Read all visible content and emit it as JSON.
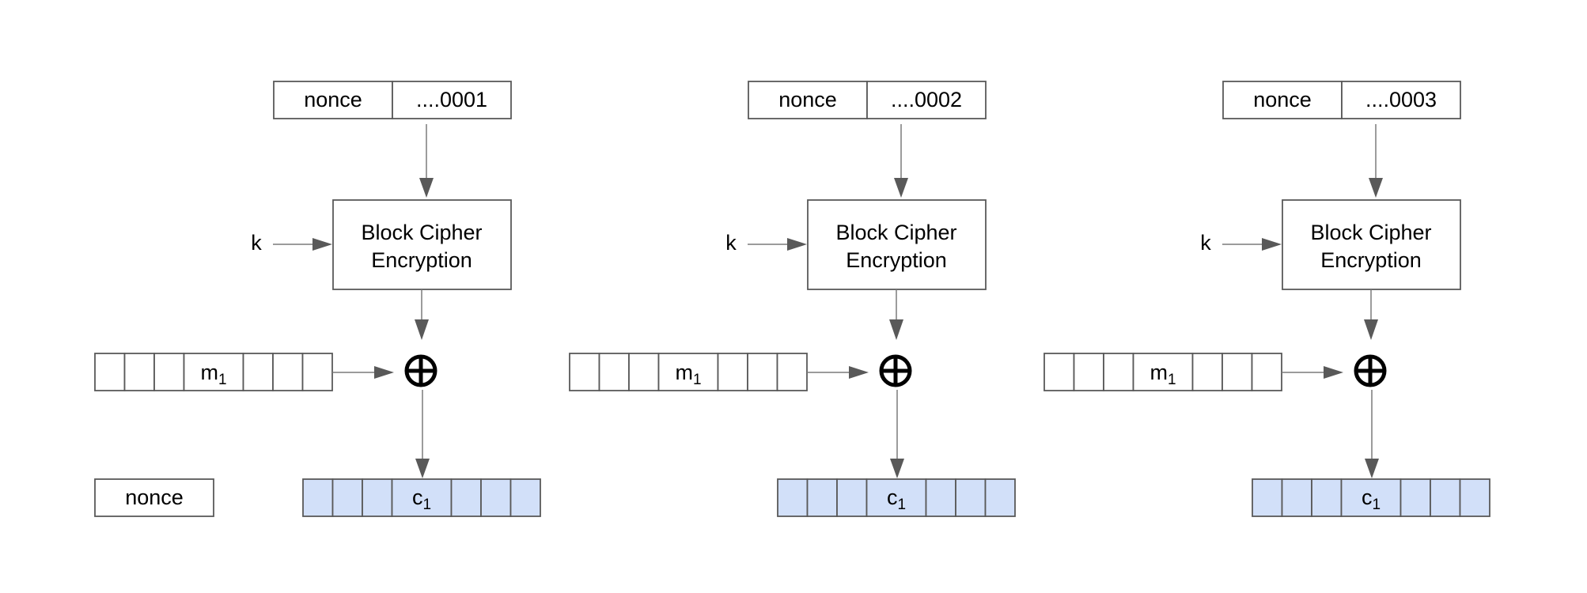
{
  "nonce_block": {
    "label": "nonce"
  },
  "stages": [
    {
      "nonce_label": "nonce",
      "counter_label": "....0001",
      "key_label": "k",
      "cipher_line1": "Block Cipher",
      "cipher_line2": "Encryption",
      "message_label": "m",
      "message_subscript": "1",
      "xor_symbol": "⊕",
      "ciphertext_label": "c",
      "ciphertext_subscript": "1"
    },
    {
      "nonce_label": "nonce",
      "counter_label": "....0002",
      "key_label": "k",
      "cipher_line1": "Block Cipher",
      "cipher_line2": "Encryption",
      "message_label": "m",
      "message_subscript": "1",
      "xor_symbol": "⊕",
      "ciphertext_label": "c",
      "ciphertext_subscript": "1"
    },
    {
      "nonce_label": "nonce",
      "counter_label": "....0003",
      "key_label": "k",
      "cipher_line1": "Block Cipher",
      "cipher_line2": "Encryption",
      "message_label": "m",
      "message_subscript": "1",
      "xor_symbol": "⊕",
      "ciphertext_label": "c",
      "ciphertext_subscript": "1"
    }
  ],
  "colors": {
    "ciphertext_fill": "#d2e0f9",
    "box_stroke": "#595959",
    "arrow": "#595959"
  }
}
